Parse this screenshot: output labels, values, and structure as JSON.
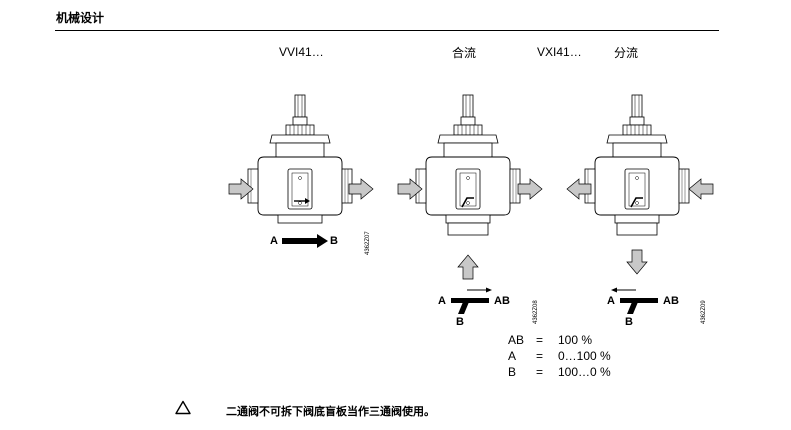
{
  "header": {
    "title": "机械设计"
  },
  "valves": [
    {
      "model": "VVI41…",
      "mode": "",
      "code": "4362Z07",
      "flow_a": "A",
      "flow_b": "B"
    },
    {
      "model": "",
      "mode": "合流",
      "code": "4362Z08",
      "flow_a": "A",
      "flow_ab": "AB",
      "flow_b": "B"
    },
    {
      "model": "VXI41…",
      "mode": "分流",
      "code": "4362Z09",
      "flow_a": "A",
      "flow_ab": "AB",
      "flow_b": "B"
    }
  ],
  "flow_table": [
    {
      "port": "AB",
      "sign": "=",
      "value": "100 %"
    },
    {
      "port": "A",
      "sign": "=",
      "value": "0…100 %"
    },
    {
      "port": "B",
      "sign": "=",
      "value": "100…0 %"
    }
  ],
  "note": {
    "icon": "warning-triangle-icon",
    "text": "二通阀不可拆下阀底盲板当作三通阀使用。"
  },
  "colors": {
    "arrow_fill": "#c8c8c8",
    "line": "#000000"
  }
}
